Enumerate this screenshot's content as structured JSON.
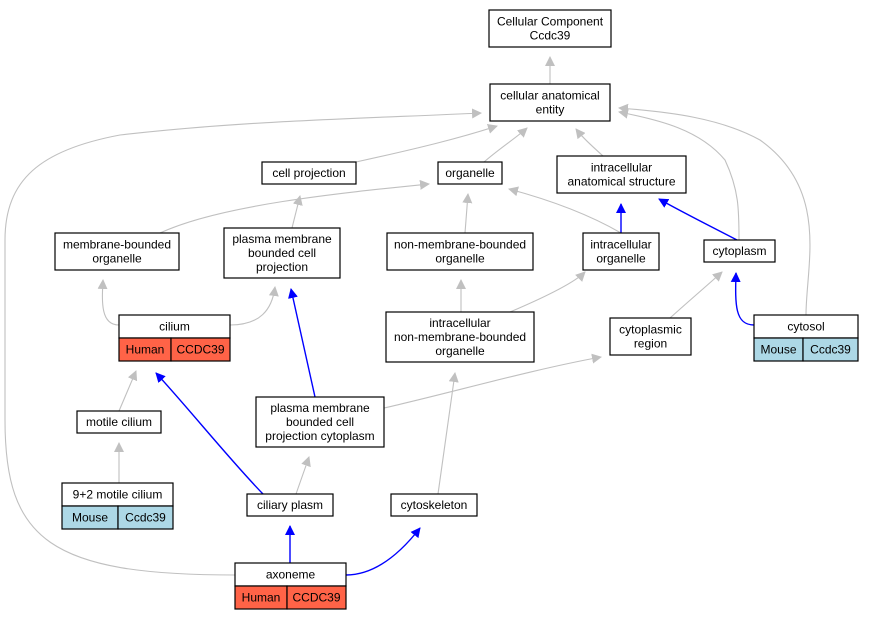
{
  "nodes": {
    "root": {
      "lines": [
        "Cellular Component",
        "Ccdc39"
      ]
    },
    "cae": {
      "lines": [
        "cellular anatomical",
        "entity"
      ]
    },
    "cellproj": {
      "lines": [
        "cell projection"
      ]
    },
    "organelle": {
      "lines": [
        "organelle"
      ]
    },
    "ias": {
      "lines": [
        "intracellular",
        "anatomical structure"
      ]
    },
    "mbo": {
      "lines": [
        "membrane-bounded",
        "organelle"
      ]
    },
    "pmbcp": {
      "lines": [
        "plasma membrane",
        "bounded cell",
        "projection"
      ]
    },
    "nmbo": {
      "lines": [
        "non-membrane-bounded",
        "organelle"
      ]
    },
    "io": {
      "lines": [
        "intracellular",
        "organelle"
      ]
    },
    "cytoplasm": {
      "lines": [
        "cytoplasm"
      ]
    },
    "cilium": {
      "lines": [
        "cilium"
      ],
      "tags": [
        "Human",
        "CCDC39"
      ]
    },
    "inmbo": {
      "lines": [
        "intracellular",
        "non-membrane-bounded",
        "organelle"
      ]
    },
    "cregion": {
      "lines": [
        "cytoplasmic",
        "region"
      ]
    },
    "cytosol": {
      "lines": [
        "cytosol"
      ],
      "tags": [
        "Mouse",
        "Ccdc39"
      ]
    },
    "motile": {
      "lines": [
        "motile cilium"
      ]
    },
    "pmbcpc": {
      "lines": [
        "plasma membrane",
        "bounded cell",
        "projection cytoplasm"
      ]
    },
    "nine2": {
      "lines": [
        "9+2 motile cilium"
      ],
      "tags": [
        "Mouse",
        "Ccdc39"
      ]
    },
    "ciliaryplasm": {
      "lines": [
        "ciliary plasm"
      ]
    },
    "cytoskeleton": {
      "lines": [
        "cytoskeleton"
      ]
    },
    "axoneme": {
      "lines": [
        "axoneme"
      ],
      "tags": [
        "Human",
        "CCDC39"
      ]
    }
  },
  "colors": {
    "is_a_edge": "#c0c0c0",
    "part_of_edge": "#0000ff",
    "human_tag": "#ff6347",
    "mouse_tag": "#add8e6",
    "node_border": "#000000",
    "node_fill": "#ffffff"
  },
  "edges": [
    {
      "from": "cae",
      "to": "root",
      "type": "is_a"
    },
    {
      "from": "cellproj",
      "to": "cae",
      "type": "is_a"
    },
    {
      "from": "organelle",
      "to": "cae",
      "type": "is_a"
    },
    {
      "from": "ias",
      "to": "cae",
      "type": "is_a"
    },
    {
      "from": "cytoplasm",
      "to": "cae",
      "type": "is_a"
    },
    {
      "from": "cytosol",
      "to": "cae",
      "type": "is_a"
    },
    {
      "from": "axoneme",
      "to": "cae",
      "type": "is_a"
    },
    {
      "from": "mbo",
      "to": "organelle",
      "type": "is_a"
    },
    {
      "from": "nmbo",
      "to": "organelle",
      "type": "is_a"
    },
    {
      "from": "io",
      "to": "organelle",
      "type": "is_a"
    },
    {
      "from": "pmbcp",
      "to": "cellproj",
      "type": "is_a"
    },
    {
      "from": "io",
      "to": "ias",
      "type": "part_of"
    },
    {
      "from": "cytoplasm",
      "to": "ias",
      "type": "part_of"
    },
    {
      "from": "cilium",
      "to": "mbo",
      "type": "is_a"
    },
    {
      "from": "cilium",
      "to": "pmbcp",
      "type": "is_a"
    },
    {
      "from": "inmbo",
      "to": "nmbo",
      "type": "is_a"
    },
    {
      "from": "inmbo",
      "to": "io",
      "type": "is_a"
    },
    {
      "from": "cregion",
      "to": "cytoplasm",
      "type": "is_a"
    },
    {
      "from": "cytosol",
      "to": "cytoplasm",
      "type": "part_of"
    },
    {
      "from": "motile",
      "to": "cilium",
      "type": "is_a"
    },
    {
      "from": "ciliaryplasm",
      "to": "cilium",
      "type": "part_of"
    },
    {
      "from": "pmbcpc",
      "to": "pmbcp",
      "type": "part_of"
    },
    {
      "from": "pmbcpc",
      "to": "cregion",
      "type": "is_a"
    },
    {
      "from": "nine2",
      "to": "motile",
      "type": "is_a"
    },
    {
      "from": "ciliaryplasm",
      "to": "pmbcpc",
      "type": "is_a"
    },
    {
      "from": "axoneme",
      "to": "ciliaryplasm",
      "type": "part_of"
    },
    {
      "from": "cytoskeleton",
      "to": "inmbo",
      "type": "is_a"
    },
    {
      "from": "axoneme",
      "to": "cytoskeleton",
      "type": "part_of"
    }
  ]
}
